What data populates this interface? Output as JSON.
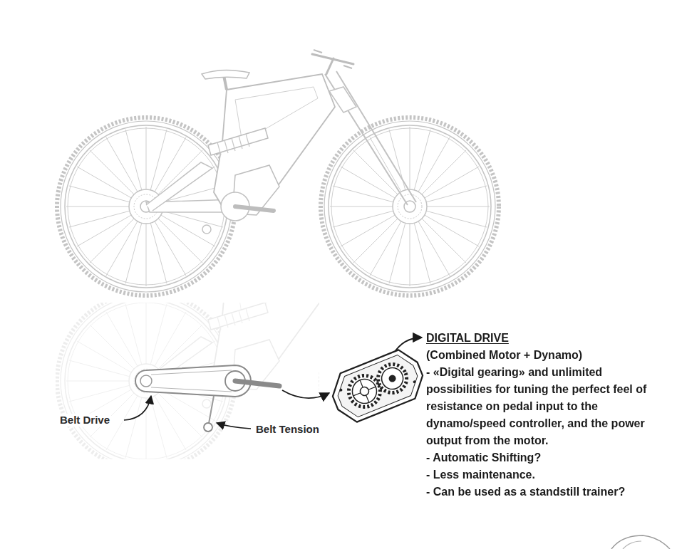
{
  "diagram": {
    "labels": [
      "DIGITAL DRIVE",
      "(Combined Motor + Dynamo)",
      "- «Digital gearing» and unlimited possibilities for tuning the perfect feel of resistance on pedal input to the dynamo/speed controller, and the power output from the motor.",
      "- Automatic Shifting?",
      "- Less maintenance.",
      "- Can be used as a standstill trainer?",
      "Belt Drive",
      "Belt Tension"
    ]
  }
}
